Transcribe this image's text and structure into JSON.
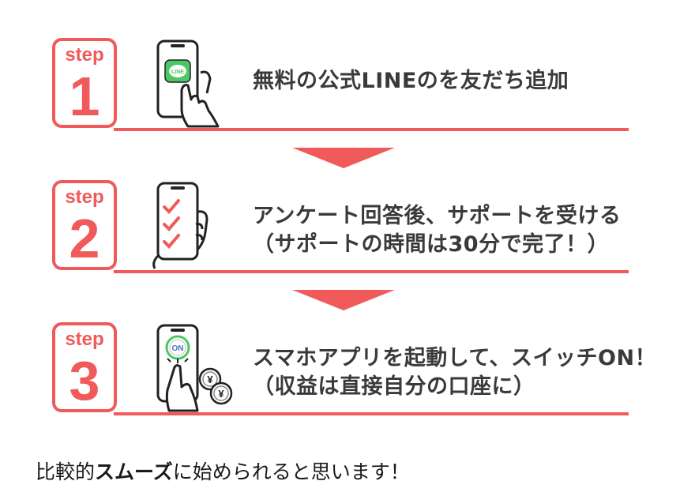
{
  "steps": [
    {
      "word": "step",
      "number": "1",
      "lines": [
        "無料の公式LINEのを友だち追加"
      ],
      "phone_badge": "LINE"
    },
    {
      "word": "step",
      "number": "2",
      "lines": [
        "アンケート回答後、サポートを受ける",
        "（サポートの時間は30分で完了！）"
      ]
    },
    {
      "word": "step",
      "number": "3",
      "lines": [
        "スマホアプリを起動して、スイッチON！",
        "（収益は直接自分の口座に）"
      ],
      "phone_badge": "ON",
      "coin_symbol": "¥"
    }
  ],
  "footer": {
    "pre": "比較的",
    "bold": "スムーズ",
    "post": "に始められると思います！"
  },
  "colors": {
    "accent": "#f05a5a",
    "line_green": "#4cc764",
    "text": "#3a3a3a"
  }
}
